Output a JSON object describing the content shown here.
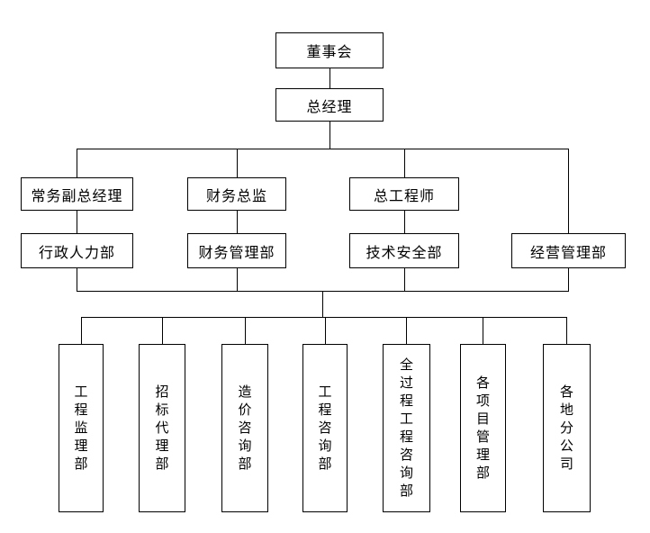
{
  "org_chart": {
    "nodes": {
      "board": {
        "label": "董事会"
      },
      "general_manager": {
        "label": "总经理"
      },
      "deputy_general_manager": {
        "label": "常务副总经理"
      },
      "finance_director": {
        "label": "财务总监"
      },
      "chief_engineer": {
        "label": "总工程师"
      },
      "admin_hr_dept": {
        "label": "行政人力部"
      },
      "finance_mgmt_dept": {
        "label": "财务管理部"
      },
      "tech_safety_dept": {
        "label": "技术安全部"
      },
      "operation_mgmt_dept": {
        "label": "经营管理部"
      },
      "engineering_supervision_dept": {
        "label": "工程监理部"
      },
      "bidding_agency_dept": {
        "label": "招标代理部"
      },
      "cost_consulting_dept": {
        "label": "造价咨询部"
      },
      "engineering_consulting_dept": {
        "label": "工程咨询部"
      },
      "whole_process_consulting_dept": {
        "label": "全过程工程咨询部"
      },
      "project_mgmt_dept": {
        "label": "各项目管理部"
      },
      "regional_branches": {
        "label": "各地分公司"
      }
    },
    "hierarchy": [
      {
        "parent": "董事会",
        "children": [
          "总经理"
        ]
      },
      {
        "parent": "总经理",
        "children": [
          "常务副总经理",
          "财务总监",
          "总工程师",
          "经营管理部"
        ]
      },
      {
        "parent": "常务副总经理",
        "children": [
          "行政人力部"
        ]
      },
      {
        "parent": "财务总监",
        "children": [
          "财务管理部"
        ]
      },
      {
        "parent": "总工程师",
        "children": [
          "技术安全部"
        ]
      },
      {
        "parent_group": [
          "行政人力部",
          "财务管理部",
          "技术安全部",
          "经营管理部"
        ],
        "children": [
          "工程监理部",
          "招标代理部",
          "造价咨询部",
          "工程咨询部",
          "全过程工程咨询部",
          "各项目管理部",
          "各地分公司"
        ]
      }
    ],
    "colors": {
      "background": "#ffffff",
      "line": "#000000",
      "box_border": "#000000",
      "text": "#000000"
    }
  }
}
